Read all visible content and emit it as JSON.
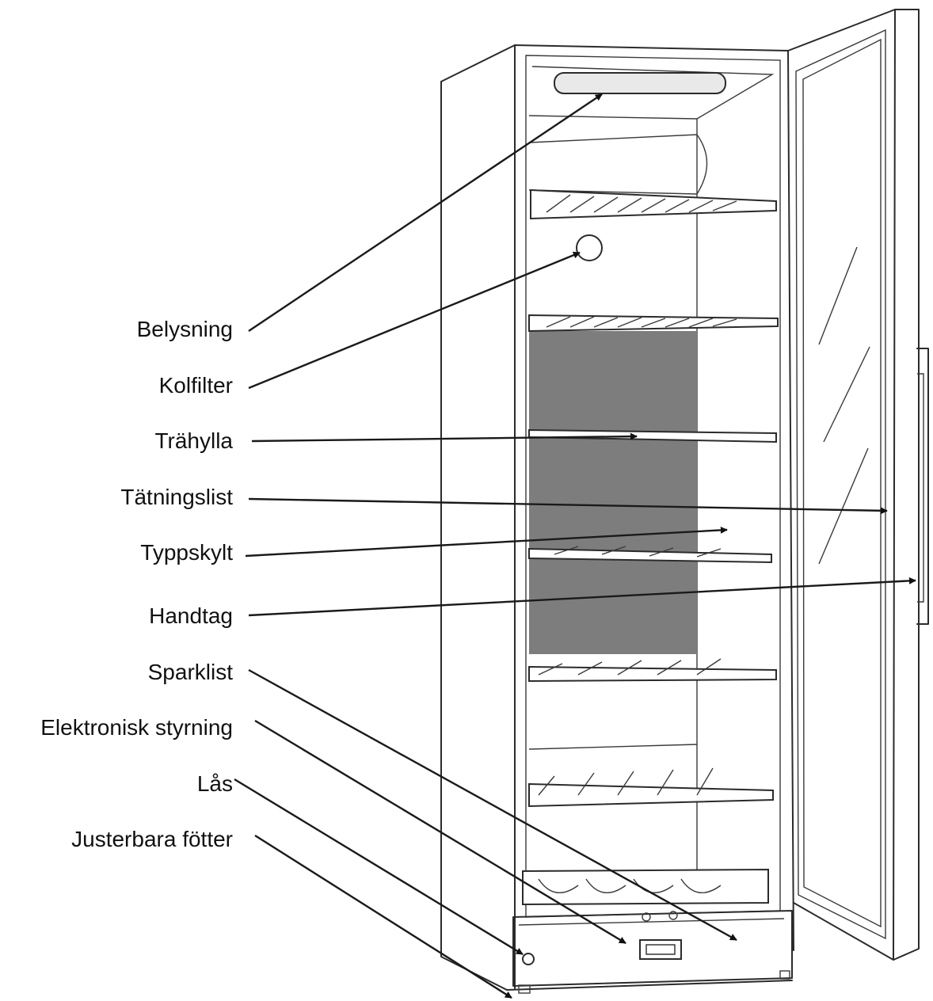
{
  "colors": {
    "line": "#2b2b2b",
    "back_panel": "#7d7d7d",
    "background": "#ffffff"
  },
  "labels": {
    "belysning": "Belysning",
    "kolfilter": "Kolfilter",
    "trahylla": "Trähylla",
    "tatningslist": "Tätningslist",
    "typpskylt": "Typpskylt",
    "handtag": "Handtag",
    "sparklist": "Sparklist",
    "elektronisk_styrning": "Elektronisk styrning",
    "las": "Lås",
    "justerbara_fotter": "Justerbara fötter"
  }
}
